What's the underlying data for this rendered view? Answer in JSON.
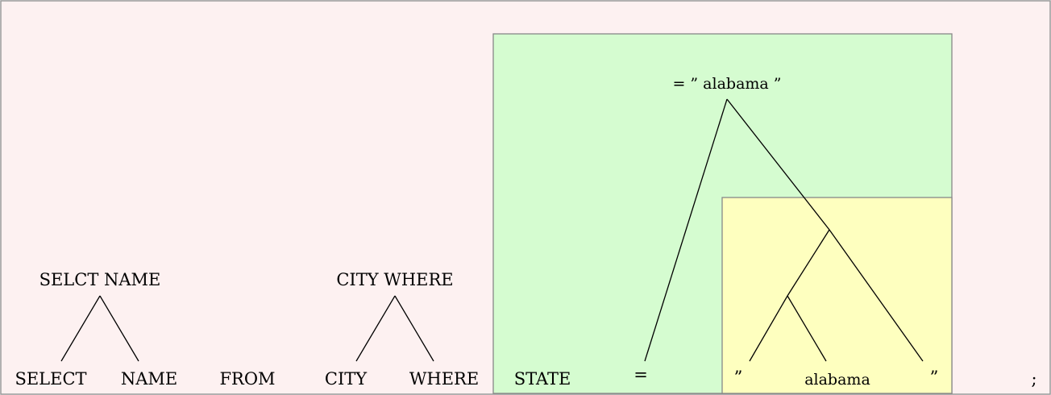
{
  "colors": {
    "background": "#fdf1f1",
    "frame": "#999999",
    "region_green": "#d5fcd0",
    "region_yellow": "#feffbf",
    "region_border": "#888888",
    "edge": "#000000"
  },
  "tokens": [
    "SELECT",
    "NAME",
    "FROM",
    "CITY",
    "WHERE",
    "STATE",
    "=",
    "”",
    "alabama",
    "”",
    ";"
  ],
  "nodes": {
    "select_name": "SELCT NAME",
    "city_where": "CITY WHERE",
    "condition": "= ” alabama ”"
  },
  "tree": {
    "edges": [
      [
        "select_name",
        "token-0"
      ],
      [
        "select_name",
        "token-1"
      ],
      [
        "city_where",
        "token-3"
      ],
      [
        "city_where",
        "token-4"
      ],
      [
        "condition",
        "token-6"
      ],
      [
        "condition",
        "quote_alabama_quote"
      ],
      [
        "quote_alabama_quote",
        "quote_alabama"
      ],
      [
        "quote_alabama_quote",
        "token-9"
      ],
      [
        "quote_alabama",
        "token-7"
      ],
      [
        "quote_alabama",
        "token-8"
      ]
    ]
  }
}
